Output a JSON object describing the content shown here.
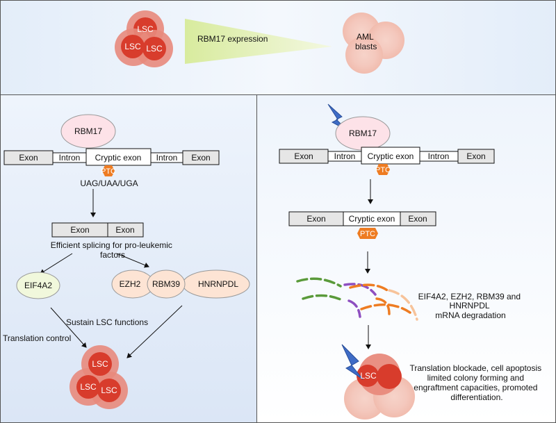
{
  "top": {
    "lsc_label": "LSC",
    "expression_label": "RBM17 expression",
    "blasts_label": "AML\nblasts"
  },
  "left": {
    "protein": "RBM17",
    "gene_exon1": "Exon",
    "gene_intron1": "Intron",
    "gene_cryptic": "Cryptic exon",
    "gene_intron2": "Intron",
    "gene_exon2": "Exon",
    "ptc": "PTC",
    "stop_codons": "UAG/UAA/UGA",
    "mrna_exon1": "Exon",
    "mrna_exon2": "Exon",
    "splicing_note": "Efficient splicing for pro-leukemic\nfactors",
    "factor_eif4a2": "EIF4A2",
    "factor_ezh2": "EZH2",
    "factor_rbm39": "RBM39",
    "factor_hnrnpdl": "HNRNPDL",
    "sustain_label": "Sustain LSC functions",
    "translation_label": "Translation control",
    "lsc_label": "LSC"
  },
  "right": {
    "protein": "RBM17",
    "gene_exon1": "Exon",
    "gene_intron1": "Intron",
    "gene_cryptic": "Cryptic exon",
    "gene_intron2": "Intron",
    "gene_exon2": "Exon",
    "ptc": "PTC",
    "mrna_exon1": "Exon",
    "mrna_cryptic": "Cryptic exon",
    "mrna_exon2": "Exon",
    "degradation_label": "EIF4A2, EZH2, RBM39 and\nHNRNPDL\nmRNA degradation",
    "outcome_label": "Translation blockade, cell apoptosis\nlimited colony forming and\nengraftment capacities, promoted\ndifferentiation.",
    "lsc_label": "LSC"
  },
  "colors": {
    "lsc_outer": "#e88a7c",
    "lsc_core": "#d83c2c",
    "blast": "#f2c4b9",
    "protein_fill": "#fde2e8",
    "ptc": "#ee7c22",
    "exon_fill": "#e6e6e6",
    "eif4a2_fill": "#f1f8dc",
    "factor_fill": "#fde4d4",
    "lightning": "#3f6cc6"
  }
}
